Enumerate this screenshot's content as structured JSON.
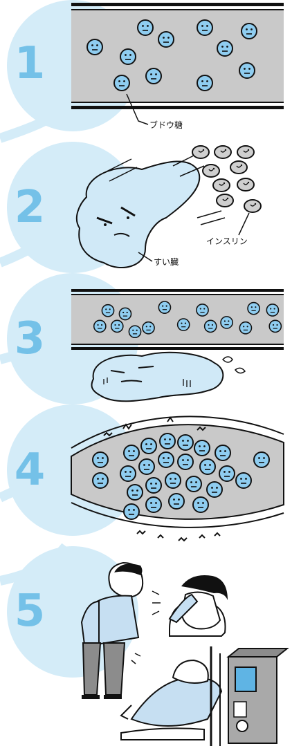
{
  "steps": [
    {
      "number": "1"
    },
    {
      "number": "2"
    },
    {
      "number": "3"
    },
    {
      "number": "4"
    },
    {
      "number": "5"
    }
  ],
  "labels": {
    "glucose": "ブドウ糖",
    "insulin": "インスリン",
    "pancreas": "すい臓"
  },
  "colors": {
    "circle": "#d4ecf8",
    "number": "#74c1e8",
    "face": "#8fcdf0",
    "vessel": "#c9c9c9",
    "insulin": "#cfcfcf",
    "pancreas": "#d0e9f7"
  }
}
